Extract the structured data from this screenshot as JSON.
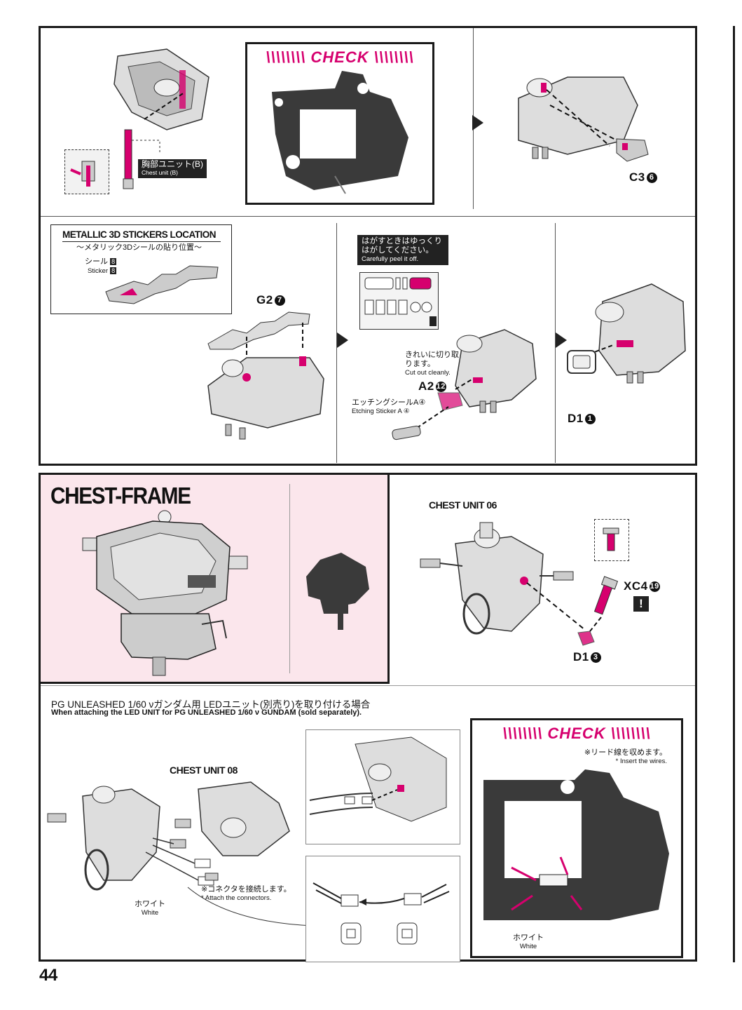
{
  "step1": {
    "chest_unit_b_jp": "胸部ユニット(B)",
    "chest_unit_b_en": "Chest unit (B)",
    "check_title": "CHECK",
    "part_c3": "C3",
    "part_c3_num": "6"
  },
  "step2": {
    "metallic_title": "METALLIC 3D STICKERS LOCATION",
    "metallic_sub": "～メタリック3Dシールの貼り位置～",
    "sticker_jp": "シール",
    "sticker_en": "Sticker",
    "sticker_num": "8",
    "part_g2": "G2",
    "part_g2_num": "7",
    "peel_jp": "はがすときはゆっくりはがしてください。",
    "peel_en": "Carefully peel it off.",
    "cut_jp": "きれいに切り取ります。",
    "cut_en": "Cut out cleanly.",
    "part_a2": "A2",
    "part_a2_num": "12",
    "etching_jp": "エッチングシールA④",
    "etching_en": "Etching Sticker A ④",
    "part_d1": "D1",
    "part_d1_num": "1"
  },
  "chest_frame": {
    "title": "CHEST-FRAME",
    "unit06": "CHEST UNIT 06",
    "part_xc4": "XC4",
    "part_xc4_num": "19",
    "part_d1": "D1",
    "part_d1_num": "3",
    "warning": "!"
  },
  "led": {
    "title_jp": "PG UNLEASHED 1/60 νガンダム用 LEDユニット(別売り)を取り付ける場合",
    "title_en": "When attaching the LED UNIT for PG UNLEASHED 1/60 ν GUNDAM (sold separately).",
    "unit08": "CHEST UNIT 08",
    "white_jp": "ホワイト",
    "white_en": "White",
    "connect_jp": "※コネクタを接続します。",
    "connect_en": "* Attach the connectors.",
    "check_title": "CHECK",
    "insert_jp": "※リード線を収めます。",
    "insert_en": "* Insert the wires.",
    "white2_jp": "ホワイト",
    "white2_en": "White"
  },
  "page_number": "44",
  "colors": {
    "accent": "#d6006e",
    "pink_bg": "#fbe6ec",
    "dark": "#1a1a1a"
  }
}
